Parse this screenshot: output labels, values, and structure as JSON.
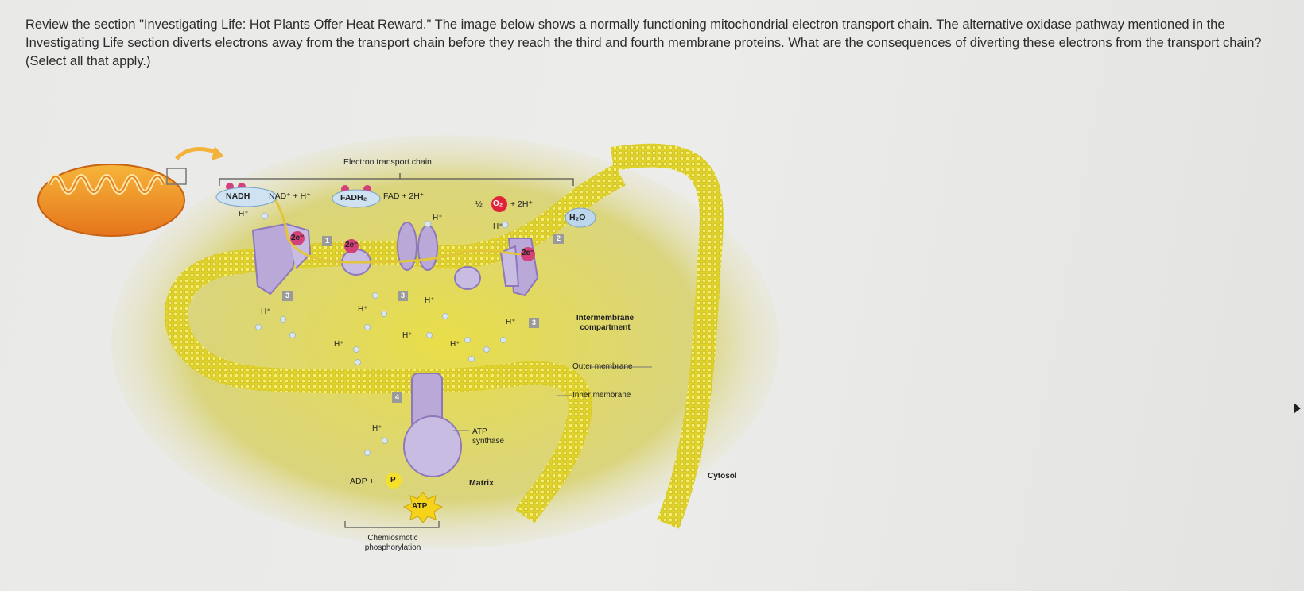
{
  "question": {
    "text": "Review the section \"Investigating Life: Hot Plants Offer Heat Reward.\" The image below shows a normally functioning mitochondrial electron transport chain. The alternative oxidase pathway mentioned in the Investigating Life section diverts electrons away from the transport chain before they reach the third and fourth membrane proteins. What are the consequences of diverting these electrons from the transport chain? (Select all that apply.)"
  },
  "diagram": {
    "title": "Electron transport chain",
    "nadh": "NADH",
    "nad_plus": "NAD⁺ + H⁺",
    "fadh2": "FADH₂",
    "fad": "FAD + 2H⁺",
    "half": "½",
    "o2": "O₂",
    "two_h": "+ 2H⁺",
    "h2o": "H₂O",
    "h_plus": "H⁺",
    "two_e": "2e⁻",
    "step1": "1",
    "step2": "2",
    "step3": "3",
    "step4": "4",
    "intermembrane": "Intermembrane compartment",
    "outer_membrane": "Outer membrane",
    "inner_membrane": "Inner membrane",
    "atp_synthase": "ATP synthase",
    "matrix": "Matrix",
    "cytosol": "Cytosol",
    "adp": "ADP +",
    "p": "P",
    "atp": "ATP",
    "chemiosmotic": "Chemiosmotic phosphorylation"
  },
  "colors": {
    "membrane": "#e7d92a",
    "membrane_dark": "#c9b81a",
    "protein": "#b9a8d8",
    "protein_dark": "#8d78bb",
    "oxygen": "#e0223a",
    "mito_orange": "#f09a2c",
    "h2o_bubble": "#bcd6ec"
  }
}
